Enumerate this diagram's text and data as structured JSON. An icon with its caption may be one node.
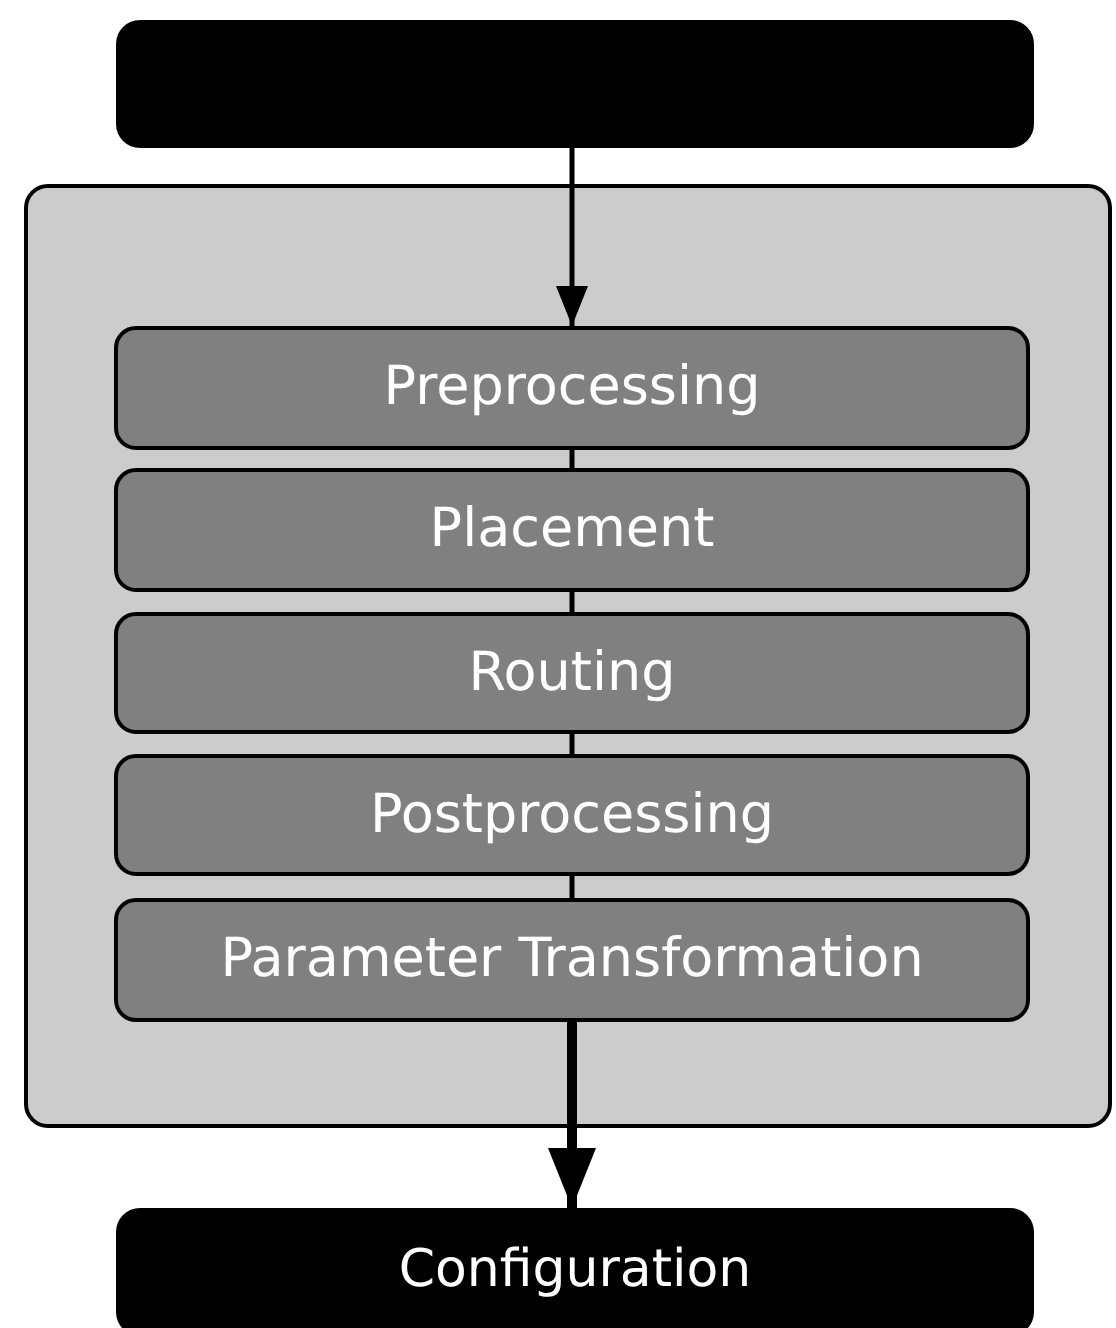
{
  "diagram": {
    "nodes": [
      {
        "text": [],
        "shape": "box"
      },
      {
        "text": [],
        "shape": "box"
      },
      {
        "text": [
          "Preprocessing"
        ],
        "in": 1
      },
      {
        "text": [
          "Placement"
        ],
        "in": 1
      },
      {
        "text": [
          "Routing"
        ],
        "in": 1
      },
      {
        "text": [
          "Postprocessing"
        ],
        "in": 1
      },
      {
        "text": [
          "Parameter Transformation"
        ],
        "in": 1
      },
      {
        "text": [
          "Configuration"
        ]
      }
    ],
    "edges": [
      {
        "from": 0,
        "to": 2,
        "arrow": "to"
      },
      {
        "from": 2,
        "to": 3,
        "arrow": "none"
      },
      {
        "from": 3,
        "to": 4,
        "arrow": "none"
      },
      {
        "from": 4,
        "to": 5,
        "arrow": "none"
      },
      {
        "from": 5,
        "to": 6,
        "arrow": "none"
      },
      {
        "from": 6,
        "to": 7,
        "arrow": "to",
        "style": "thick"
      }
    ]
  }
}
